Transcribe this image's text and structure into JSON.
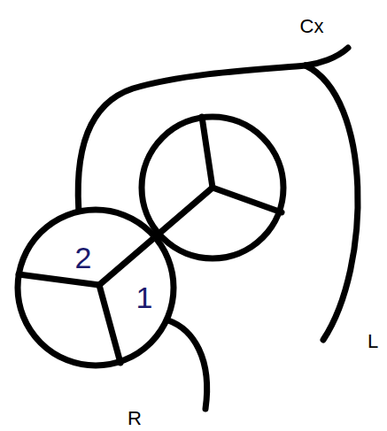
{
  "diagram": {
    "labels": [
      "Cx",
      "2",
      "1",
      "L",
      "R"
    ]
  }
}
